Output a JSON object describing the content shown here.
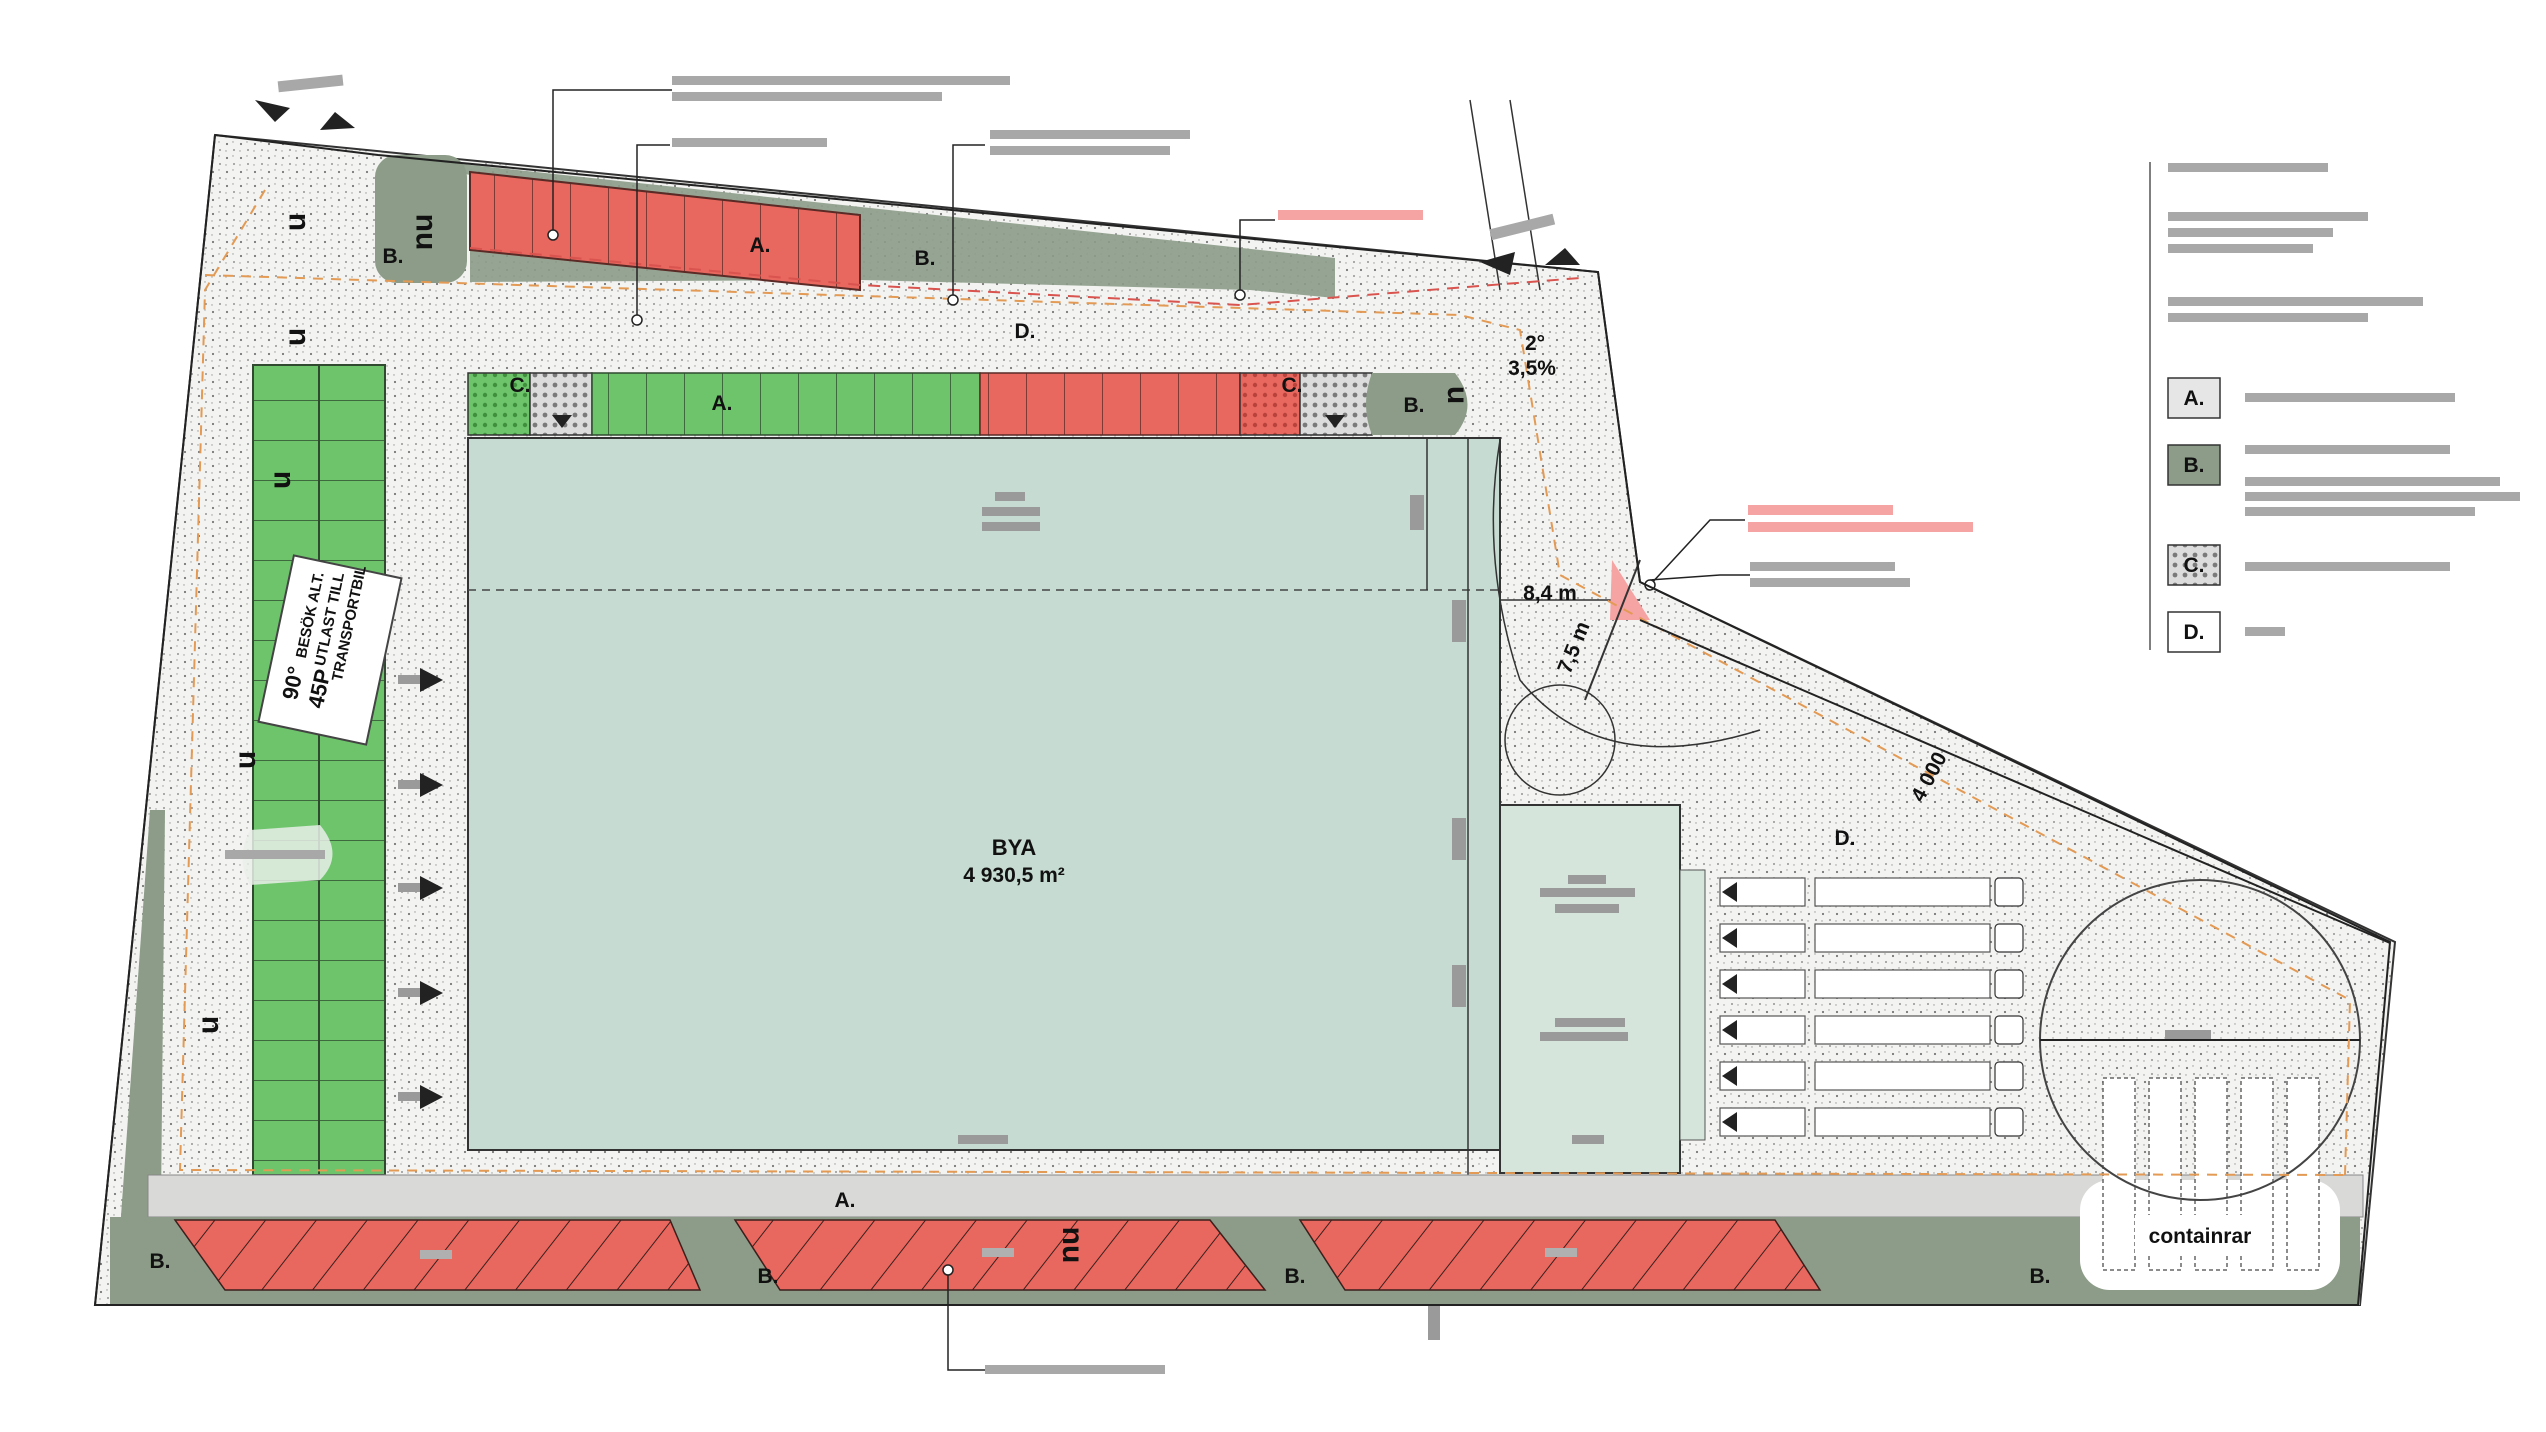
{
  "plan": {
    "building": {
      "label": "BYA",
      "area": "4 930,5 m²"
    },
    "zones": {
      "a": "A.",
      "b": "B.",
      "c": "C.",
      "d": "D."
    },
    "u_marks": [
      "u",
      "nu",
      "u",
      "u",
      "nu",
      "u",
      "u",
      "u"
    ],
    "parking_sign": {
      "angle": "90°",
      "count": "45P",
      "note_1": "BESÖK ALT.",
      "note_2": "UTLAST TILL",
      "note_3": "TRANSPORTBIL"
    },
    "slope": {
      "deg": "2°",
      "pct": "3,5%"
    },
    "dimensions": {
      "width_road": "8,4 m",
      "radius": "7,5 m",
      "distance": "4 000"
    },
    "container_label": "containrar",
    "legend": {
      "a": "A.",
      "b": "B.",
      "c": "C.",
      "d": "D."
    },
    "colors": {
      "parking_red": "#e8675e",
      "parking_green": "#6dc46b",
      "building": "#c6dbd1",
      "vegetation": "#8c9c88",
      "paving": "#f4f4f2",
      "note_pink": "#f5a3a3",
      "note_grey": "#a8a8a8"
    }
  }
}
